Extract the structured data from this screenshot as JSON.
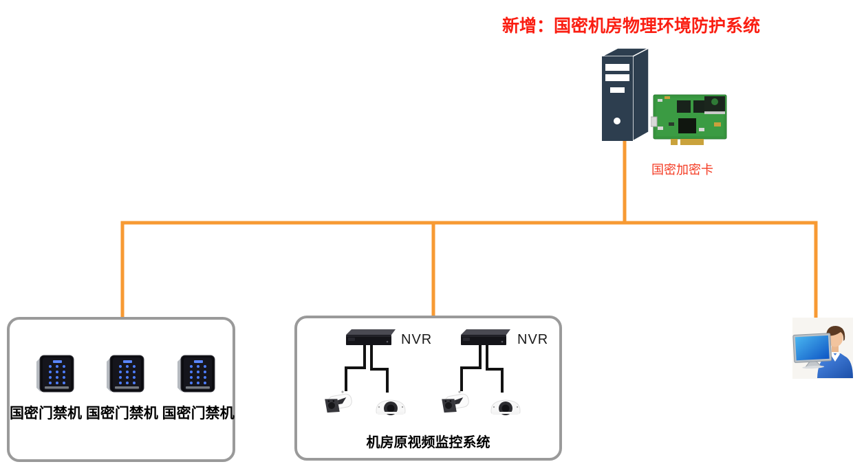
{
  "title": "新增：国密机房物理环境防护系统",
  "colors": {
    "accent_orange": "#F79A33",
    "title_red": "#FA1E12",
    "label_red": "#F43A22",
    "box_border_gray": "#9A9A9A",
    "server_navy": "#2D3E4F"
  },
  "server_unit": {
    "encryption_card_label": "国密加密卡"
  },
  "access_box": {
    "caption": "国密门禁机 国密门禁机 国密门禁机"
  },
  "monitor_box": {
    "nvrs": [
      {
        "label": "NVR"
      },
      {
        "label": "NVR"
      }
    ],
    "caption": "机房原视频监控系统"
  }
}
